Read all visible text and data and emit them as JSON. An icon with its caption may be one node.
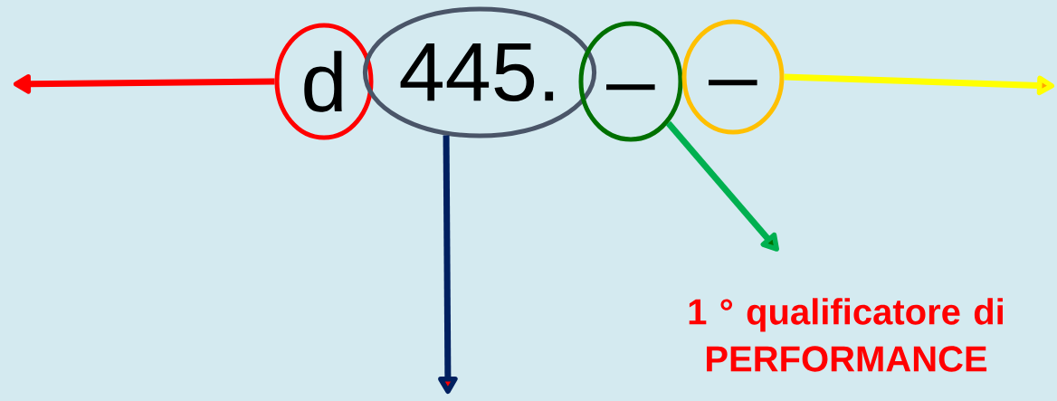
{
  "diagram": {
    "nodes": [
      {
        "text": [
          "d"
        ]
      },
      {
        "text": [
          "445."
        ]
      },
      {
        "text": [
          "_"
        ]
      },
      {
        "text": [
          "_"
        ]
      },
      {
        "text": [
          "1 ° qualificatore di PERFORMANCE"
        ]
      }
    ],
    "edges": [
      {
        "from": 0,
        "to": null,
        "arrow": "to",
        "color": "#ff0000"
      },
      {
        "from": 1,
        "to": null,
        "arrow": "to",
        "color": "#002060"
      },
      {
        "from": 2,
        "to": 4,
        "arrow": "to",
        "color": "#00b050"
      },
      {
        "from": 3,
        "to": null,
        "arrow": "to",
        "color": "#ffff00"
      }
    ]
  }
}
